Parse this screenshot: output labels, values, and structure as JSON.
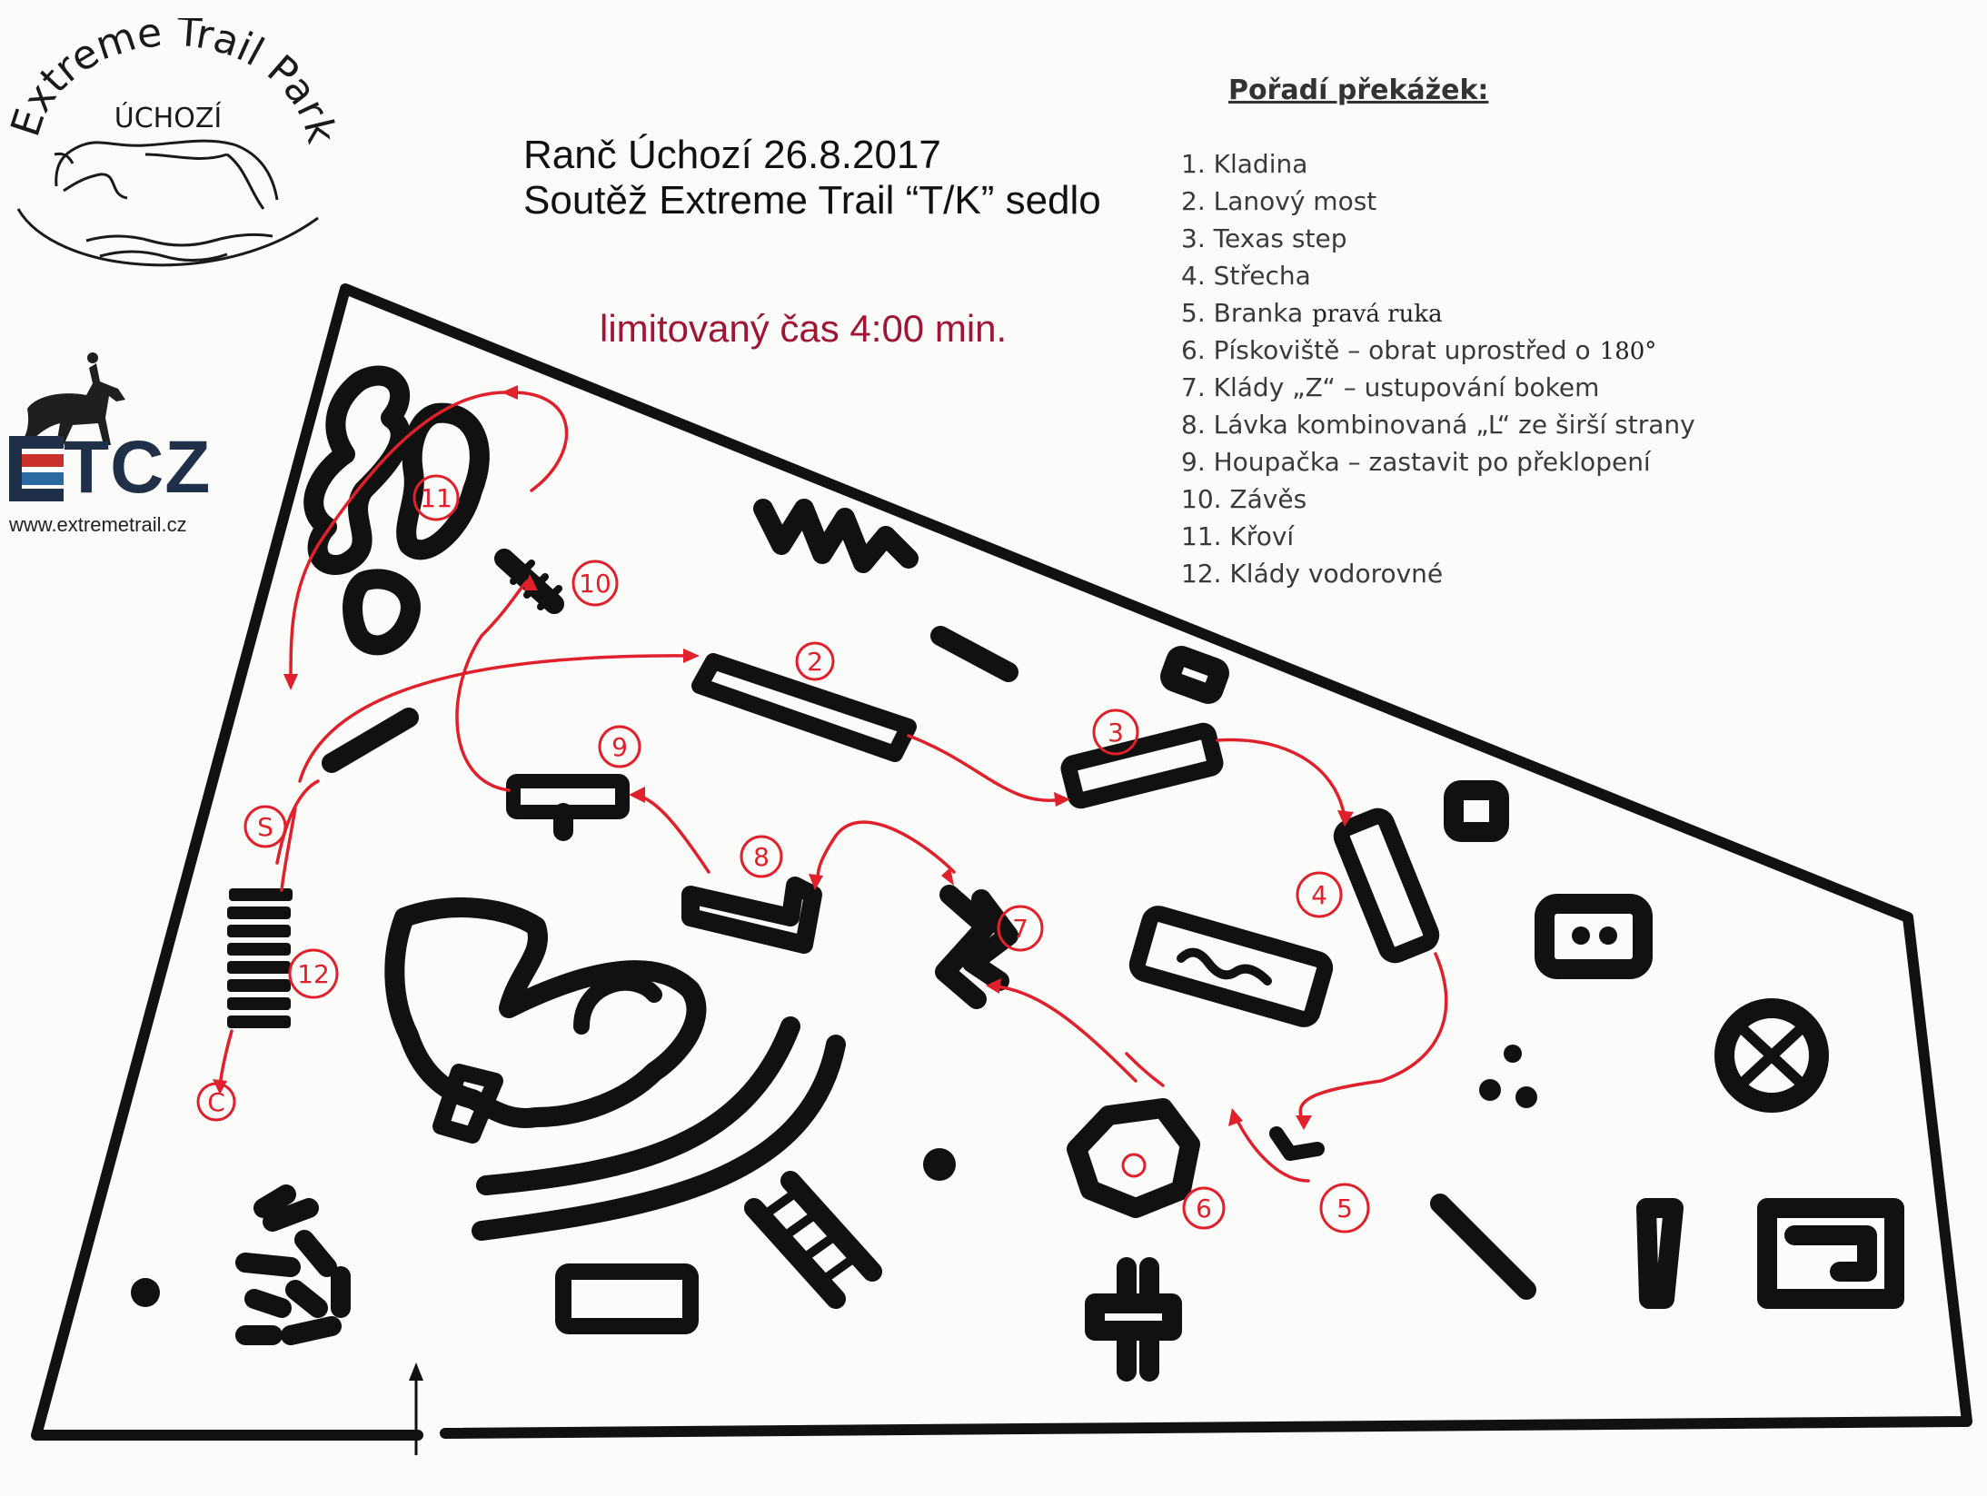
{
  "logo": {
    "arc_text": "Extreme Trail Park",
    "place": "ÚCHOZÍ"
  },
  "tcz_logo": {
    "text": "TCZ",
    "url": "www.extremetrail.cz"
  },
  "title": {
    "line1": "Ranč Úchozí 26.8.2017",
    "line2": "Soutěž Extreme Trail “T/K” sedlo",
    "time_limit": "limitovaný čas 4:00 min."
  },
  "obstacle_list": {
    "heading": "Pořadí překážek:",
    "items": [
      {
        "label": "1. Kladina",
        "note": ""
      },
      {
        "label": "2. Lanový most",
        "note": ""
      },
      {
        "label": "3. Texas step",
        "note": ""
      },
      {
        "label": "4. Střecha",
        "note": ""
      },
      {
        "label": "5. Branka",
        "note": "pravá ruka"
      },
      {
        "label": "6. Pískoviště – obrat uprostřed o",
        "note": "180°"
      },
      {
        "label": "7. Klády „Z“ – ustupování bokem",
        "note": ""
      },
      {
        "label": "8. Lávka kombinovaná „L“ ze širší strany",
        "note": ""
      },
      {
        "label": "9. Houpačka – zastavit po překlopení",
        "note": ""
      },
      {
        "label": "10. Závěs",
        "note": ""
      },
      {
        "label": "11. Křoví",
        "note": ""
      },
      {
        "label": "12. Klády vodorovné",
        "note": ""
      }
    ]
  },
  "map_markers": {
    "start": "S",
    "finish": "C",
    "n2": "2",
    "n3": "3",
    "n4": "4",
    "n5": "5",
    "n6": "6",
    "n7": "7",
    "n8": "8",
    "n9": "9",
    "n10": "10",
    "n11": "11",
    "n12": "12"
  },
  "colors": {
    "ink": "#111111",
    "route": "#e0202a",
    "time_limit": "#a01535",
    "tcz_red": "#c8322a",
    "tcz_blue": "#2a6aa3",
    "tcz_navy": "#1f3048"
  }
}
